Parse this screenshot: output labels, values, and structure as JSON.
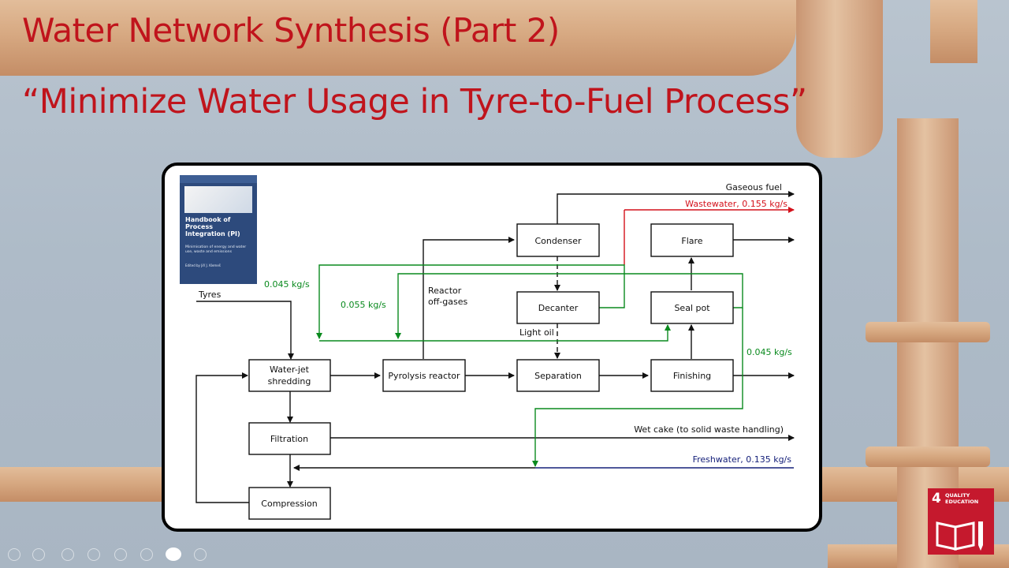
{
  "slide": {
    "title_line1": "Water Network Synthesis (Part 2)",
    "title_line2": "“Minimize Water Usage in Tyre-to-Fuel Process”"
  },
  "book_cover": {
    "title": "Handbook of Process Integration (PI)",
    "subtitle": "Minimisation of energy and water use, waste and emissions",
    "editor": "Edited by Jiří J. Klemeš"
  },
  "diagram": {
    "units": {
      "water_jet_shredding": "Water-jet shredding",
      "filtration": "Filtration",
      "compression": "Compression",
      "pyrolysis_reactor": "Pyrolysis reactor",
      "condenser": "Condenser",
      "decanter": "Decanter",
      "separation": "Separation",
      "flare": "Flare",
      "seal_pot": "Seal pot",
      "finishing": "Finishing"
    },
    "labels": {
      "tyres": "Tyres",
      "reactor_offgases": "Reactor off-gases",
      "light_oil": "Light oil",
      "gaseous_fuel": "Gaseous fuel",
      "wastewater": "Wastewater, 0.155 kg/s",
      "wet_cake": "Wet cake (to solid waste handling)",
      "freshwater": "Freshwater, 0.135 kg/s",
      "flow_a": "0.045 kg/s",
      "flow_b": "0.055 kg/s",
      "flow_c": "0.045 kg/s"
    },
    "colors": {
      "green": "#0a8a1e",
      "red": "#d4111b",
      "blue": "#15207a",
      "black": "#111111"
    }
  },
  "sdg_badge": {
    "number": "4",
    "text": "QUALITY EDUCATION"
  },
  "background": {
    "pipe_color": "#d8ab85"
  }
}
